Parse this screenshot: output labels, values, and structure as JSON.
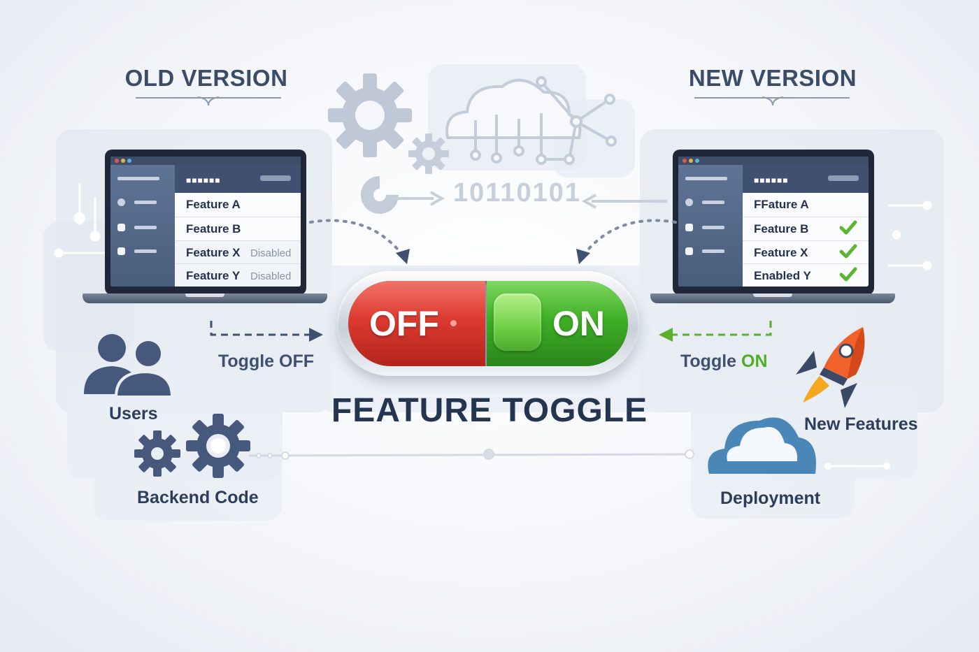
{
  "old_version": {
    "heading": "OLD VERSION",
    "features": [
      {
        "name": "Feature A",
        "status": ""
      },
      {
        "name": "Feature B",
        "status": ""
      },
      {
        "name": "Feature X",
        "status": "Disabled"
      },
      {
        "name": "Feature Y",
        "status": "Disabled"
      }
    ]
  },
  "new_version": {
    "heading": "NEW VERSION",
    "features": [
      {
        "name": "FFature A",
        "enabled": false
      },
      {
        "name": "Feature B",
        "enabled": true
      },
      {
        "name": "Feature X",
        "enabled": true
      },
      {
        "name": "Enabled Y",
        "enabled": true
      }
    ]
  },
  "binary_text": "10110101",
  "toggle": {
    "off_label": "OFF",
    "on_label": "ON",
    "state": "on",
    "title": "FEATURE TOGGLE"
  },
  "toggle_off_caption": {
    "prefix": "Toggle ",
    "keyword": "OFF"
  },
  "toggle_on_caption": {
    "prefix": "Toggle ",
    "keyword": "ON"
  },
  "labels": {
    "users": "Users",
    "backend": "Backend Code",
    "new_features": "New Features",
    "deployment": "Deployment"
  },
  "colors": {
    "off_red": "#dc3a2f",
    "on_green": "#3fae27",
    "check_green": "#5cb531",
    "navy": "#243550",
    "icon_blue": "#46597c",
    "rocket_orange": "#f0622a"
  },
  "icons": [
    "gear-icon",
    "cloud-network-icon",
    "users-icon",
    "rocket-icon",
    "cloud-icon",
    "check-icon",
    "wrench-icon"
  ]
}
